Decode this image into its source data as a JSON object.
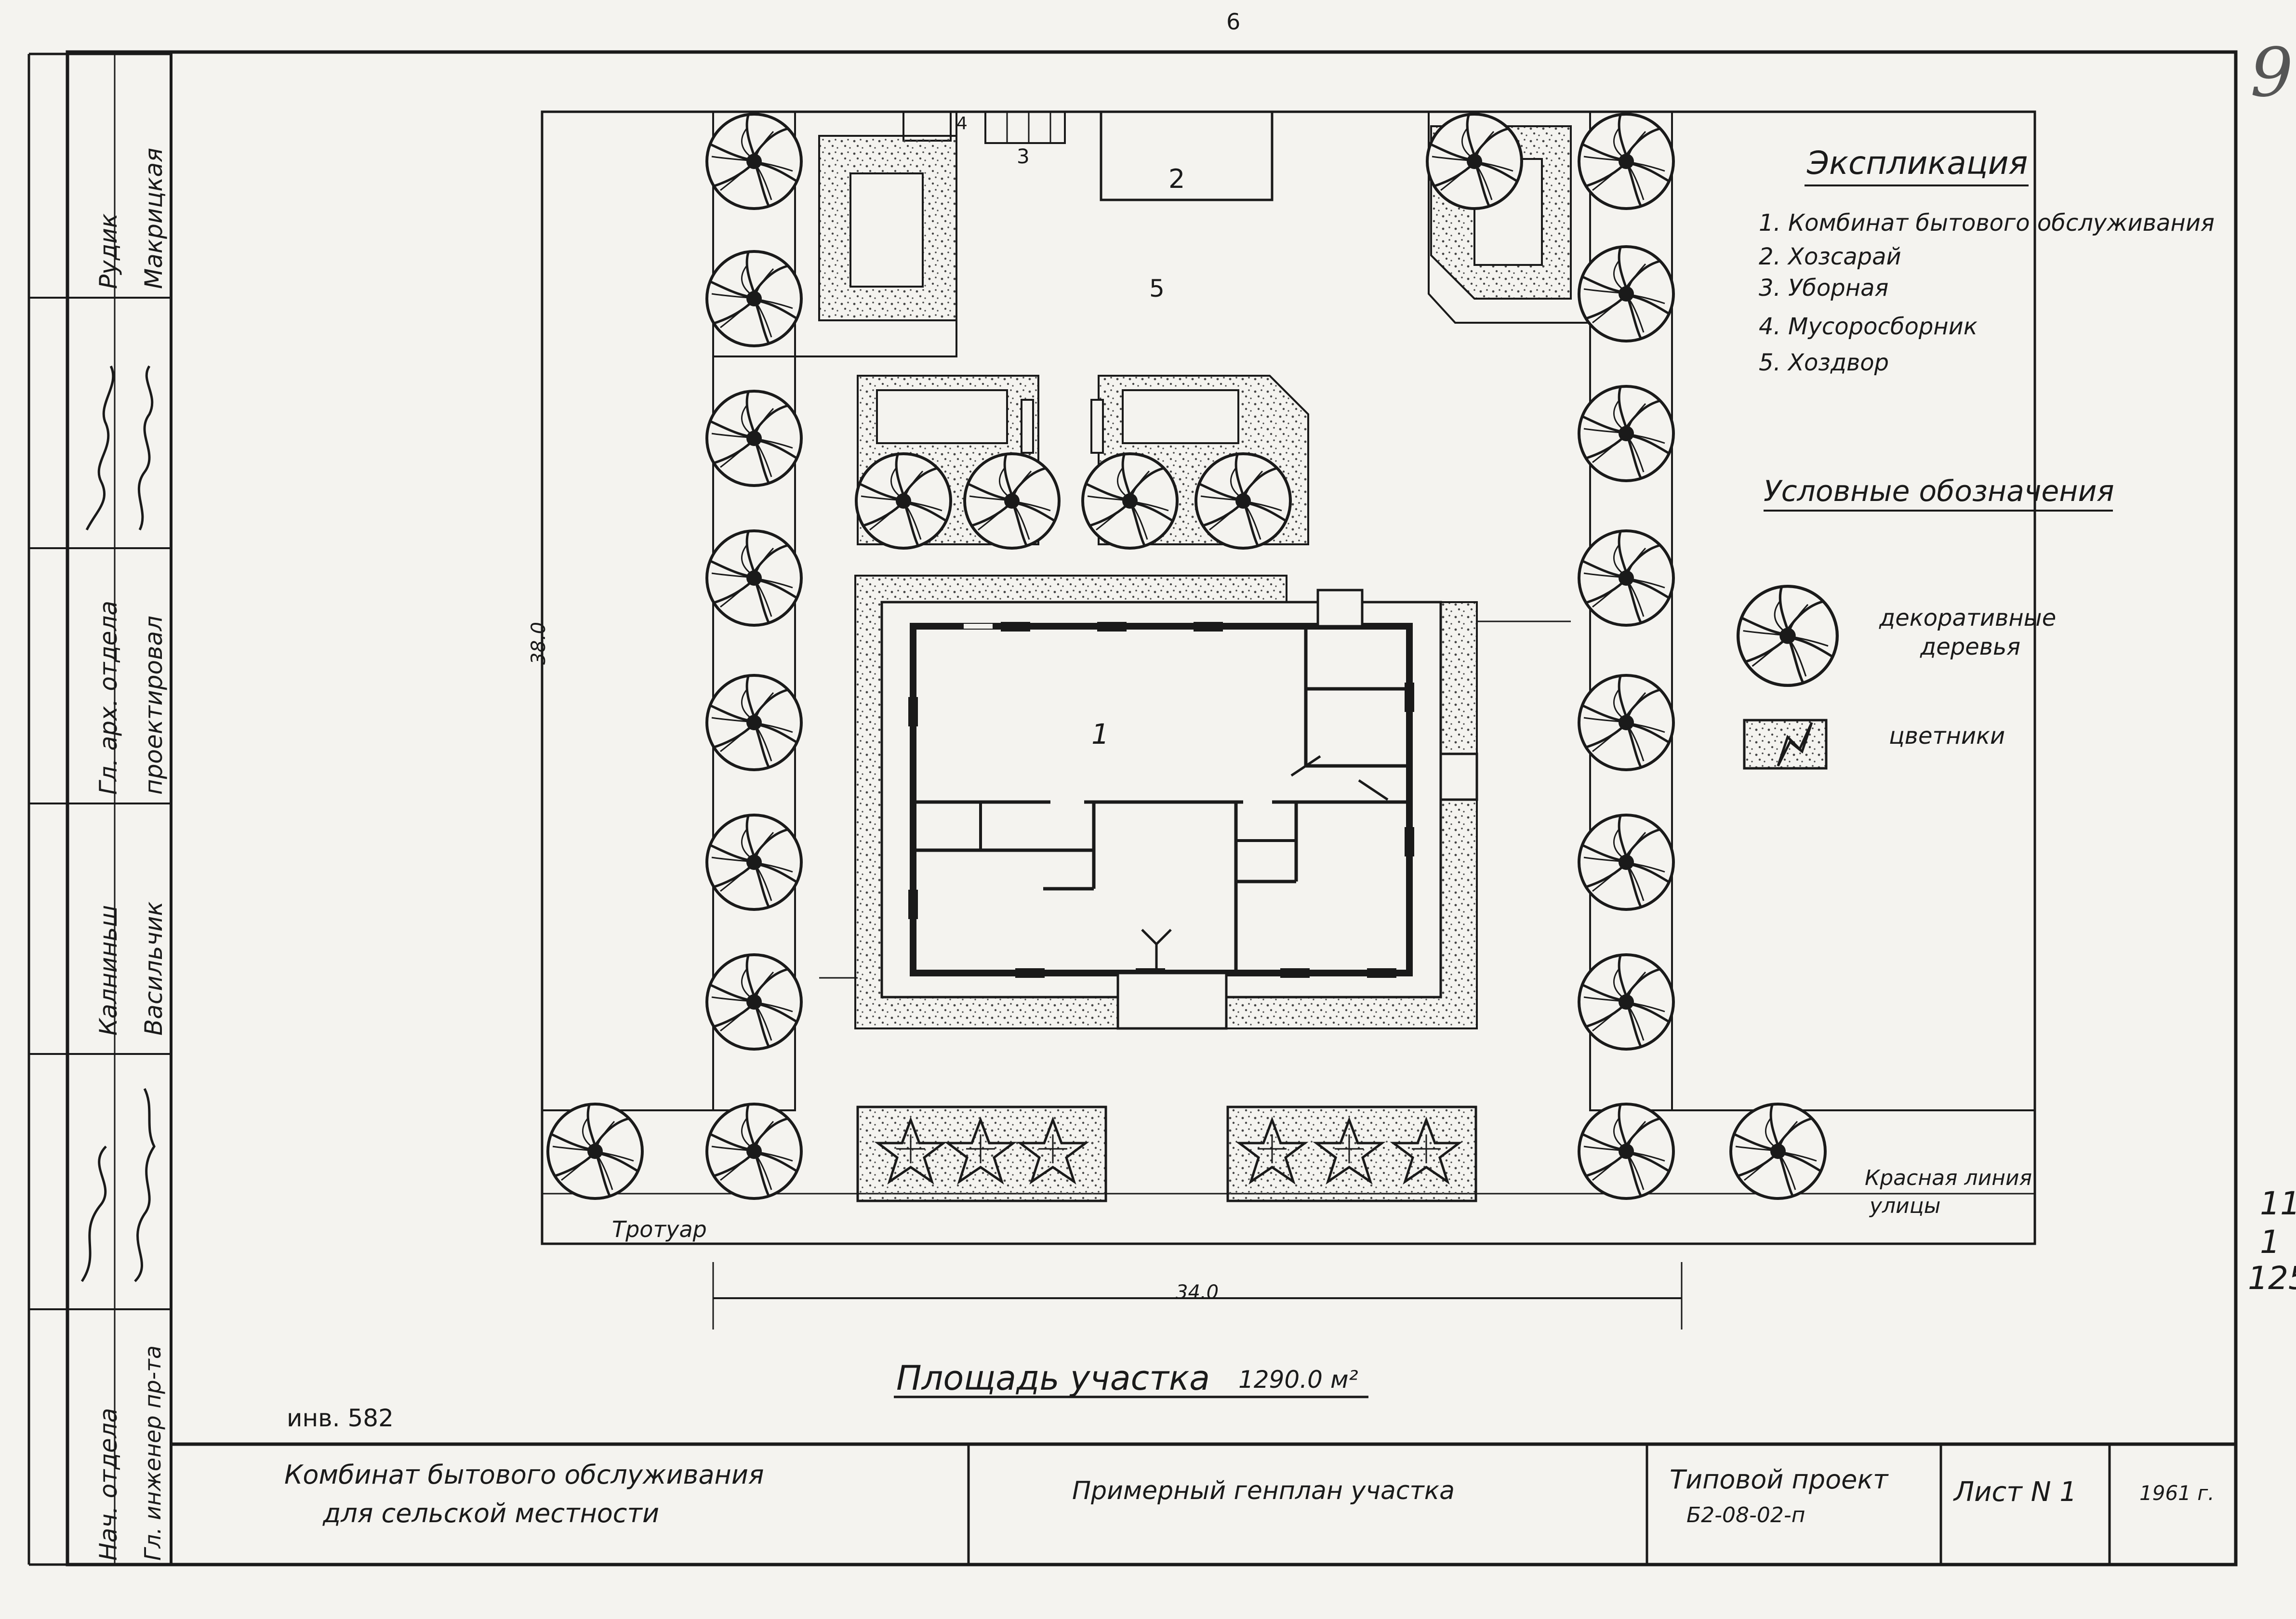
{
  "sheet": {
    "page_number": "6",
    "stamp_number": "9",
    "margin_notes": [
      "11",
      "1",
      "125"
    ],
    "inventory": "инв. 582"
  },
  "plan": {
    "building_label": "1",
    "shed_label": "2",
    "toilet_label": "3",
    "bin_label": "4",
    "yard_label": "5",
    "dim_height": "38.0",
    "dim_width": "34.0",
    "sidewalk": "Тротуар",
    "red_line_1": "Красная линия",
    "red_line_2": "улицы",
    "area_label": "Площадь участка",
    "area_value": "1290.0 м²"
  },
  "explication": {
    "title": "Экспликация",
    "items": [
      "1. Комбинат бытового обслуживания",
      "2. Хозсарай",
      "3. Уборная",
      "4. Мусоросборник",
      "5. Хоздвор"
    ]
  },
  "legend": {
    "title": "Условные обозначения",
    "trees_1": "декоративные",
    "trees_2": "деревья",
    "flowers": "цветники"
  },
  "side_block": {
    "roles": [
      "Нач. отдела",
      "Гл. инженер пр-та",
      "Калниньш",
      "Васильчик",
      "Гл. арх. отдела",
      "проектировал",
      "Рудик",
      "Макрицкая"
    ],
    "signatures": [
      "Рудик",
      "Макрицкая",
      "Калниньш",
      "Васильчик"
    ]
  },
  "title_block": {
    "project_1": "Комбинат бытового обслуживания",
    "project_2": "для сельской местности",
    "drawing": "Примерный генплан участка",
    "type_1": "Типовой проект",
    "type_2": "Б2-08-02-п",
    "sheet": "Лист N 1",
    "year": "1961 г."
  },
  "colors": {
    "ink": "#1a1a1a",
    "paper": "#f4f3ef"
  }
}
